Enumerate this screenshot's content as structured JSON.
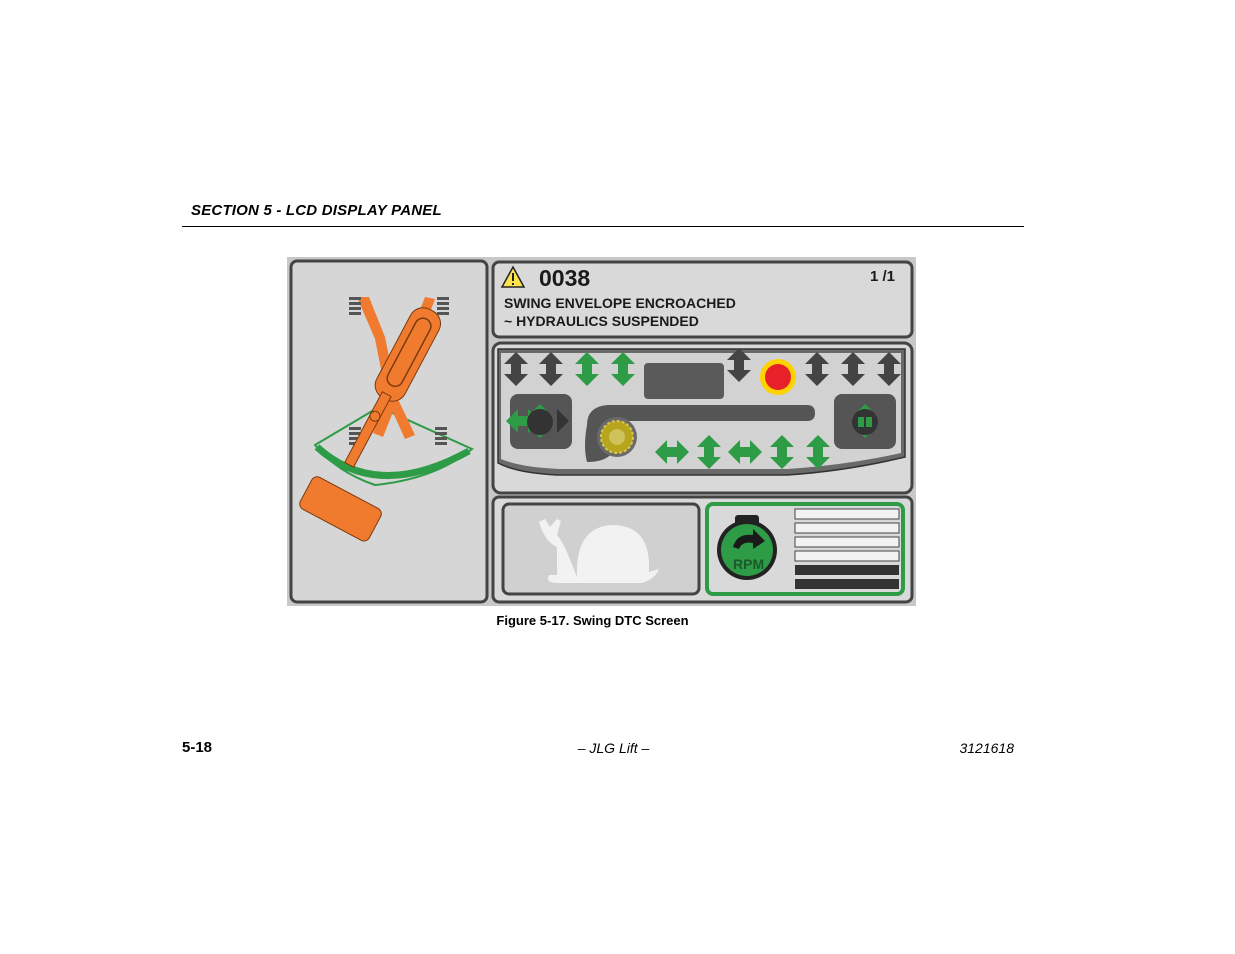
{
  "header": {
    "section_title": "SECTION 5 - LCD DISPLAY PANEL"
  },
  "figure": {
    "caption": "Figure 5-17. Swing DTC Screen",
    "dtc": {
      "code": "0038",
      "page": "1 /1",
      "message_line1": "SWING ENVELOPE ENCROACHED",
      "message_line2": "~ HYDRAULICS SUSPENDED"
    },
    "rpm_label": "RPM",
    "icons": [
      "warning-icon",
      "machine-swing-icon",
      "snail-icon",
      "engine-rpm-icon",
      "stop-icon"
    ],
    "colors": {
      "machine": "#f07a2e",
      "active": "#2e9b47",
      "inactive": "#555555",
      "stop": "#e8202a",
      "panel": "#d9d9d9"
    }
  },
  "footer": {
    "page_number": "5-18",
    "center": "– JLG Lift –",
    "doc_number": "3121618"
  }
}
